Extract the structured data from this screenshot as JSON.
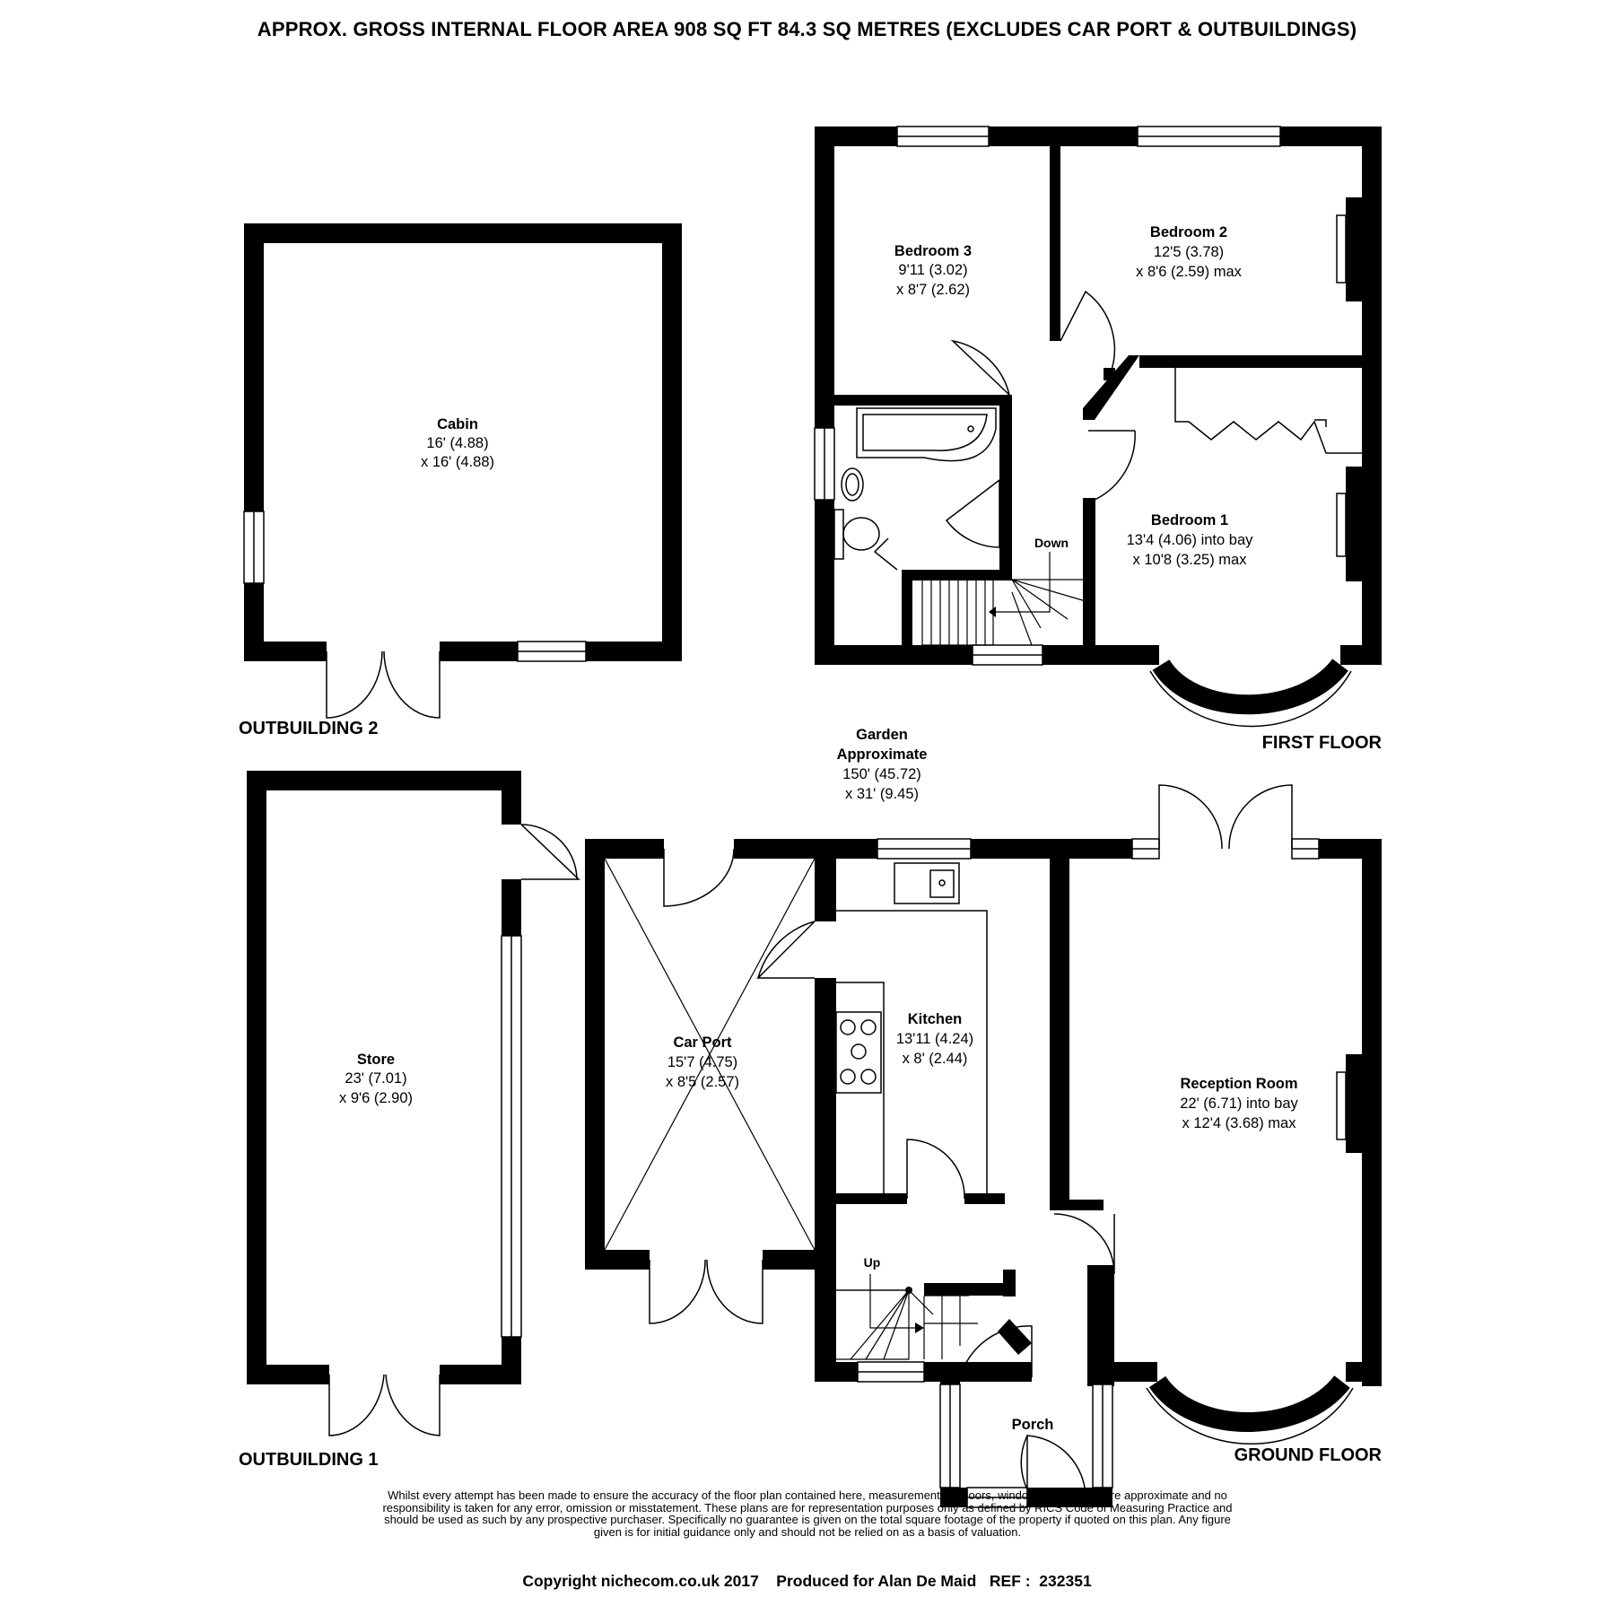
{
  "header": "APPROX. GROSS INTERNAL FLOOR AREA 908 SQ FT 84.3 SQ METRES (EXCLUDES CAR PORT & OUTBUILDINGS)",
  "floors": {
    "first": "FIRST FLOOR",
    "ground": "GROUND FLOOR",
    "outbuilding1": "OUTBUILDING 1",
    "outbuilding2": "OUTBUILDING 2"
  },
  "rooms": {
    "cabin": {
      "name": "Cabin",
      "dim1": "16' (4.88)",
      "dim2": "x 16' (4.88)"
    },
    "bedroom3": {
      "name": "Bedroom 3",
      "dim1": "9'11 (3.02)",
      "dim2": "x 8'7 (2.62)"
    },
    "bedroom2": {
      "name": "Bedroom 2",
      "dim1": "12'5 (3.78)",
      "dim2": "x 8'6 (2.59) max"
    },
    "bedroom1": {
      "name": "Bedroom 1",
      "dim1": "13'4 (4.06) into bay",
      "dim2": "x 10'8 (3.25) max"
    },
    "garden": {
      "name1": "Garden",
      "name2": "Approximate",
      "dim1": "150' (45.72)",
      "dim2": "x 31' (9.45)"
    },
    "store": {
      "name": "Store",
      "dim1": "23' (7.01)",
      "dim2": "x 9'6 (2.90)"
    },
    "carport": {
      "name": "Car Port",
      "dim1": "15'7 (4.75)",
      "dim2": "x 8'5 (2.57)"
    },
    "kitchen": {
      "name": "Kitchen",
      "dim1": "13'11 (4.24)",
      "dim2": "x 8' (2.44)"
    },
    "reception": {
      "name": "Reception Room",
      "dim1": "22' (6.71) into bay",
      "dim2": "x 12'4 (3.68) max"
    },
    "porch": {
      "name": "Porch"
    }
  },
  "stairs": {
    "down": "Down",
    "up": "Up"
  },
  "disclaimer": "Whilst every attempt has been made to ensure the accuracy of the floor plan contained here, measurements of doors, windows and rooms are approximate and no responsibility is taken for any error, omission or misstatement. These plans are for representation purposes only as defined by RICS Code of Measuring Practice and should be used as such by any prospective purchaser.  Specifically no guarantee is given on the total square footage of the property if quoted on this plan. Any figure given is for initial guidance only and should not be relied on as a basis of valuation.",
  "footer": "Copyright nichecom.co.uk 2017    Produced for Alan De Maid   REF :  232351"
}
